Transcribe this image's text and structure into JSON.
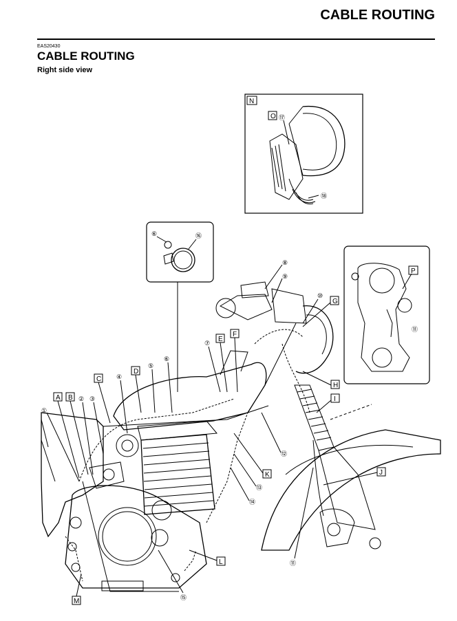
{
  "header": {
    "title": "CABLE ROUTING"
  },
  "section": {
    "code": "EAS20430",
    "title": "CABLE ROUTING",
    "subtitle": "Right side view"
  },
  "inset_top": {
    "frame_label": "N",
    "callouts": [
      {
        "letter": "O"
      },
      {
        "number": "⑰"
      },
      {
        "number": "⑱"
      }
    ]
  },
  "inset_left": {
    "callouts": [
      {
        "number": "⑥"
      },
      {
        "number": "⑯"
      }
    ]
  },
  "inset_right": {
    "callouts": [
      {
        "letter": "P"
      },
      {
        "number": "⑪"
      }
    ]
  },
  "letters": [
    "A",
    "B",
    "C",
    "D",
    "E",
    "F",
    "G",
    "H",
    "I",
    "J",
    "K",
    "L",
    "M"
  ],
  "numbers": [
    "①",
    "②",
    "③",
    "④",
    "⑤",
    "⑥",
    "⑦",
    "⑧",
    "⑨",
    "⑩",
    "⑪",
    "⑫",
    "⑬",
    "⑭",
    "⑮"
  ],
  "colors": {
    "ink": "#000000",
    "paper": "#ffffff"
  }
}
